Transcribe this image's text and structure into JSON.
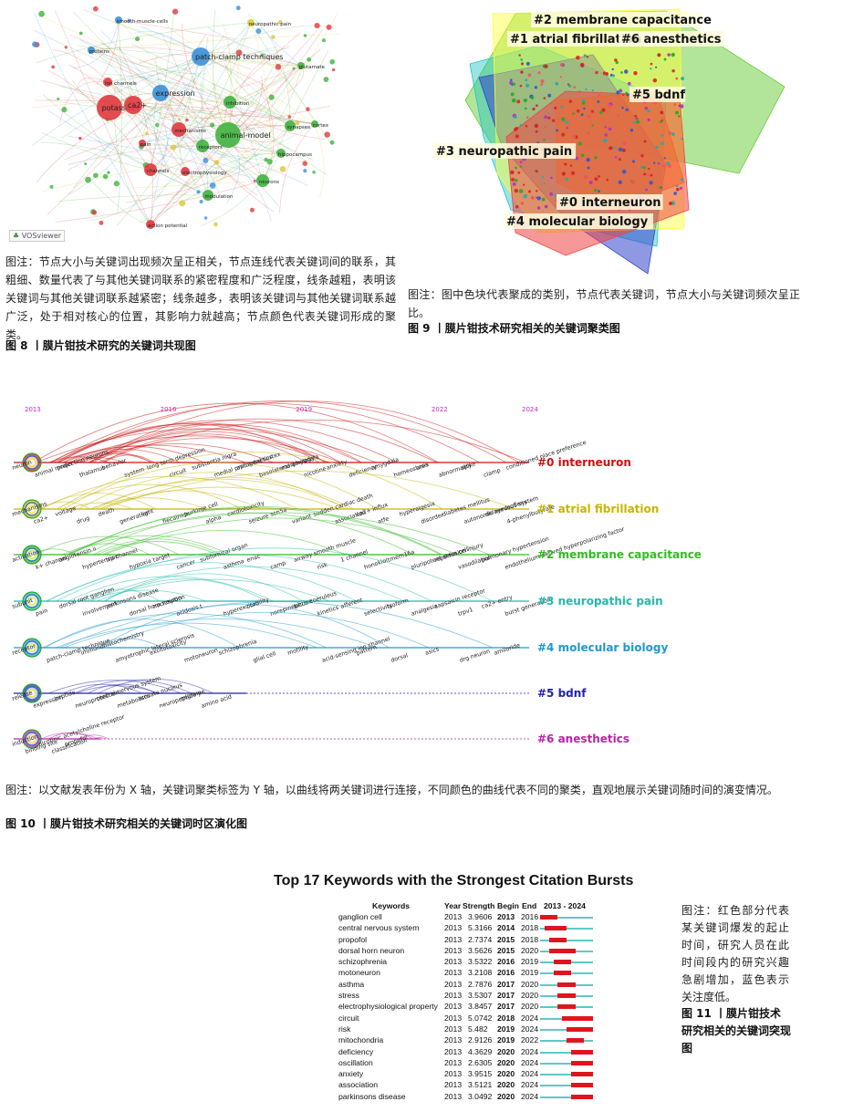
{
  "fig8": {
    "tool_label": "VOSviewer",
    "caption_note": "图注：节点大小与关键词出现频次呈正相关，节点连线代表关键词间的联系，其粗细、数量代表了与其他关键词联系的紧密程度和广泛程度，线条越粗，表明该关键词与其他关键词联系越紧密；线条越多，表明该关键词与其他关键词联系越广泛，处于相对核心的位置，其影响力就越高；节点颜色代表关键词形成的聚类。",
    "title": "图 8 丨膜片钳技术研究的关键词共现图",
    "nodes": [
      {
        "label": "potassium",
        "cluster": "red"
      },
      {
        "label": "ca2+",
        "cluster": "red"
      },
      {
        "label": "expression",
        "cluster": "blue"
      },
      {
        "label": "patch-clamp techniques",
        "cluster": "blue"
      },
      {
        "label": "mechanisms",
        "cluster": "red"
      },
      {
        "label": "animal-model",
        "cluster": "green"
      },
      {
        "label": "inhibition",
        "cluster": "green"
      },
      {
        "label": "synapses",
        "cluster": "green"
      },
      {
        "label": "ion channels",
        "cluster": "red"
      },
      {
        "label": "neurons",
        "cluster": "green"
      },
      {
        "label": "channels",
        "cluster": "red"
      },
      {
        "label": "modulation",
        "cluster": "green"
      },
      {
        "label": "receptors",
        "cluster": "green"
      },
      {
        "label": "electrophysiology",
        "cluster": "red"
      },
      {
        "label": "action potential",
        "cluster": "red"
      },
      {
        "label": "neuropathic pain",
        "cluster": "yellow"
      },
      {
        "label": "smooth-muscle-cells",
        "cluster": "blue"
      },
      {
        "label": "proteins",
        "cluster": "blue"
      },
      {
        "label": "pain",
        "cluster": "red"
      },
      {
        "label": "glutamate",
        "cluster": "green"
      },
      {
        "label": "hippocampus",
        "cluster": "green"
      },
      {
        "label": "cortex",
        "cluster": "green"
      }
    ]
  },
  "fig9": {
    "clusters": [
      "#2 membrane capacitance",
      "#1 atrial fibrillation",
      "#6 anesthetics",
      "#5 bdnf",
      "#3 neuropathic pain",
      "#0 interneuron",
      "#4 molecular biology"
    ],
    "caption_note": "图注：图中色块代表聚成的类别，节点代表关键词，节点大小与关键词频次呈正比。",
    "title": "图 9 丨膜片钳技术研究相关的关键词聚类图"
  },
  "fig10": {
    "years": [
      "2013",
      "2016",
      "2019",
      "2022",
      "2024"
    ],
    "lanes": [
      {
        "label": "#0 interneuron",
        "color": "#cc1111",
        "keywords": [
          "neuron",
          "animal model",
          "projection neurons",
          "thalamus",
          "behavior",
          "system",
          "long term depression",
          "circuit",
          "substantia nigra",
          "medial prefrontal cortex",
          "optogenetics",
          "basolateral amygdala",
          "morphology",
          "nicotine",
          "anxiety",
          "deficiency",
          "amygdala",
          "homeostasis",
          "area",
          "abnormality",
          "spike",
          "clamp",
          "conditioned place preference"
        ]
      },
      {
        "label": "#1 atrial fibrillation",
        "color": "#c8b400",
        "keywords": [
          "mechanisms",
          "ca2+",
          "voltage",
          "drug",
          "death",
          "generation",
          "light",
          "flecainide",
          "purkinje cell",
          "alpha",
          "cardiotoxicity",
          "seizure",
          "scn5a",
          "variant",
          "sudden cardiac death",
          "association",
          "ca2+ influx",
          "atfe",
          "hyperalgesia",
          "disorder",
          "diabetes mellitus",
          "autonomic nervous system",
          "dolayedsoflexy",
          "4-phenylbutyrate"
        ]
      },
      {
        "label": "#2 membrane capacitance",
        "color": "#33bb22",
        "keywords": [
          "activation",
          "k+ channel",
          "angiotensin ii",
          "hypertension",
          "trp channel",
          "hypoxia",
          "target",
          "cancer",
          "subfornical organ",
          "asthma",
          "enac",
          "camp",
          "airway smooth muscle",
          "risk",
          "1 channel",
          "honokiol",
          "tmem16a",
          "pluripotent stem cell",
          "reperfusion injury",
          "vasodilation",
          "pulmonary hypertension",
          "endothelium-derived hyperpolarizing factor"
        ]
      },
      {
        "label": "#3 neuropathic pain",
        "color": "#22bbaa",
        "keywords": [
          "subunit",
          "pain",
          "dorsal root ganglion",
          "involvement",
          "parkinsons disease",
          "dorsal horn neuron",
          "nociception",
          "acidosis",
          "t",
          "hyperexcitability",
          "cord",
          "norepinephrine",
          "locus coeruleus",
          "kinetics",
          "afferent",
          "selectivity",
          "isoform",
          "analgesia",
          "capsaicin receptor",
          "trpv1",
          "ca2+ entry",
          "burst generation"
        ]
      },
      {
        "label": "#4 molecular biology",
        "color": "#2299cc",
        "keywords": [
          "receptor",
          "patch-clamp technique",
          "immunohistochemistry",
          "amyotrophic lateral sclerosis",
          "excitotoxicity",
          "motoneuron",
          "schizophrenia",
          "glial cell",
          "motility",
          "acid-sensing ion channel",
          "pattern",
          "dorsal",
          "asics",
          "drg neuron",
          "amiloride"
        ]
      },
      {
        "label": "#5 bdnf",
        "color": "#2222aa",
        "keywords": [
          "release",
          "expression",
          "peptide",
          "neuroprotection",
          "central nervous system",
          "metabolism",
          "arcuate nucleus",
          "neuropeptide y",
          "migraine",
          "amino acid"
        ]
      },
      {
        "label": "#6 anesthetics",
        "color": "#bb22aa",
        "keywords": [
          "induction",
          "binding site",
          "nicotinic acetylcholine receptor",
          "classification",
          "propofol"
        ]
      }
    ],
    "caption_note": "图注：以文献发表年份为 X 轴，关键词聚类标签为 Y 轴，以曲线将两关键词进行连接，不同颜色的曲线代表不同的聚类，直观地展示关键词随时间的演变情况。",
    "title": "图 10 丨膜片钳技术研究相关的关键词时区演化图"
  },
  "fig11": {
    "title": "Top 17 Keywords with the Strongest Citation Bursts",
    "headers": [
      "Keywords",
      "Year",
      "Strength",
      "Begin",
      "End",
      "2013 - 2024"
    ],
    "range_start": 2013,
    "range_end": 2024,
    "rows": [
      {
        "keyword": "ganglion cell",
        "year": "2013",
        "strength": "3.9606",
        "begin": "2013",
        "end": "2016"
      },
      {
        "keyword": "central nervous system",
        "year": "2013",
        "strength": "5.3166",
        "begin": "2014",
        "end": "2018"
      },
      {
        "keyword": "propofol",
        "year": "2013",
        "strength": "2.7374",
        "begin": "2015",
        "end": "2018"
      },
      {
        "keyword": "dorsal horn neuron",
        "year": "2013",
        "strength": "3.5626",
        "begin": "2015",
        "end": "2020"
      },
      {
        "keyword": "schizophrenia",
        "year": "2013",
        "strength": "3.5322",
        "begin": "2016",
        "end": "2019"
      },
      {
        "keyword": "motoneuron",
        "year": "2013",
        "strength": "3.2108",
        "begin": "2016",
        "end": "2019"
      },
      {
        "keyword": "asthma",
        "year": "2013",
        "strength": "2.7876",
        "begin": "2017",
        "end": "2020"
      },
      {
        "keyword": "stress",
        "year": "2013",
        "strength": "3.5307",
        "begin": "2017",
        "end": "2020"
      },
      {
        "keyword": "electrophysiological property",
        "year": "2013",
        "strength": "3.8457",
        "begin": "2017",
        "end": "2020"
      },
      {
        "keyword": "circuit",
        "year": "2013",
        "strength": "5.0742",
        "begin": "2018",
        "end": "2024"
      },
      {
        "keyword": "risk",
        "year": "2013",
        "strength": "5.482",
        "begin": "2019",
        "end": "2024"
      },
      {
        "keyword": "mitochondria",
        "year": "2013",
        "strength": "2.9126",
        "begin": "2019",
        "end": "2022"
      },
      {
        "keyword": "deficiency",
        "year": "2013",
        "strength": "4.3629",
        "begin": "2020",
        "end": "2024"
      },
      {
        "keyword": "oscillation",
        "year": "2013",
        "strength": "2.6305",
        "begin": "2020",
        "end": "2024"
      },
      {
        "keyword": "anxiety",
        "year": "2013",
        "strength": "3.9515",
        "begin": "2020",
        "end": "2024"
      },
      {
        "keyword": "association",
        "year": "2013",
        "strength": "3.5121",
        "begin": "2020",
        "end": "2024"
      },
      {
        "keyword": "parkinsons disease",
        "year": "2013",
        "strength": "3.0492",
        "begin": "2020",
        "end": "2024"
      }
    ],
    "caption_note": "图注：红色部分代表某关键词爆发的起止时间，研究人员在此时间段内的研究兴趣急剧增加，蓝色表示关注度低。",
    "title_cn": "图 11 丨膜片钳技术研究相关的关键词突现图"
  },
  "colors": {
    "burst_red": "#e0141e",
    "burst_teal": "#5fc8c8"
  }
}
